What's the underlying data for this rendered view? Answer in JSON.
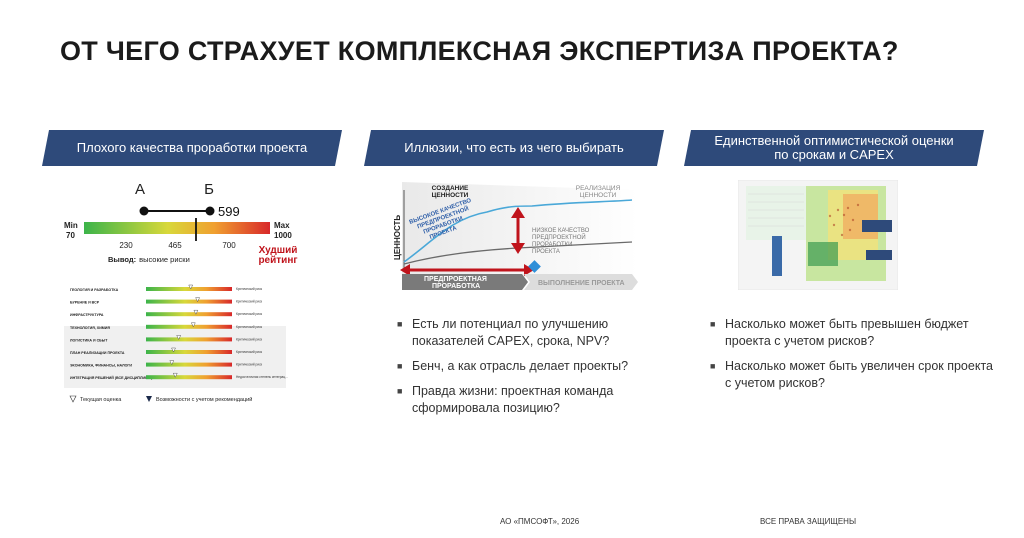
{
  "title": "ОТ ЧЕГО СТРАХУЕТ КОМПЛЕКСНАЯ ЭКСПЕРТИЗА ПРОЕКТА?",
  "columns": [
    {
      "header": "Плохого качества проработки проекта"
    },
    {
      "header": "Иллюзии, что есть из чего выбирать"
    },
    {
      "header": "Единственной оптимистической оценки по срокам и CAPEX"
    }
  ],
  "risk_gauge": {
    "label_a": "А",
    "label_b": "Б",
    "value_b": "599",
    "min_label": "Min",
    "min_value": "70",
    "max_label": "Max",
    "max_value": "1000",
    "ticks": [
      "230",
      "465",
      "700"
    ],
    "conclusion_prefix": "Вывод:",
    "conclusion_text": "высокие риски",
    "worst_rating": "Худший рейтинг"
  },
  "risk_table": {
    "rows": [
      {
        "label": "ГЕОЛОГИЯ И РАЗРАБОТКА",
        "status": "Критический риск",
        "level": 0.52
      },
      {
        "label": "БУРЕНИЕ И ВСР",
        "status": "Критический риск",
        "level": 0.6
      },
      {
        "label": "ИНФРАСТРУКТУРА",
        "status": "Критический риск",
        "level": 0.58
      },
      {
        "label": "ТЕХНОЛОГИЯ, ХИМИЯ",
        "status": "Критический риск",
        "level": 0.55
      },
      {
        "label": "ЛОГИСТИКА И СБЫТ",
        "status": "Критический риск",
        "level": 0.38
      },
      {
        "label": "ПЛАН РЕАЛИЗАЦИИ ПРОЕКТА",
        "status": "Критический риск",
        "level": 0.32
      },
      {
        "label": "ЭКОНОМИКА, ФИНАНСЫ, НАЛОГИ",
        "status": "Критический риск",
        "level": 0.3
      },
      {
        "label": "ИНТЕГРАЦИЯ РЕШЕНИЙ (ВСЕ ДИСЦИПЛИНЫ)",
        "status": "Недостаточная степень интеграции решений между отдельными частями проекта",
        "level": 0.34
      }
    ],
    "legend_current": "Текущая оценка",
    "legend_potential": "Возможности с учетом рекомендаций"
  },
  "value_chart": {
    "created_value": "СОЗДАНИЕ ЦЕННОСТИ",
    "realized_value": "РЕАЛИЗАЦИЯ ЦЕННОСТИ",
    "high_quality": "ВЫСОКОЕ КАЧЕСТВО ПРЕДПРОЕКТНОЙ ПРОРАБОТКИ ПРОЕКТА",
    "low_quality": "НИЗКОЕ КАЧЕСТВО ПРЕДПРОЕКТНОЙ ПРОРАБОТКИ ПРОЕКТА",
    "y_label": "ЦЕННОСТЬ",
    "phase_1": "ПРЕДПРОЕКТНАЯ ПРОРАБОТКА",
    "phase_2": "ВЫПОЛНЕНИЕ ПРОЕКТА"
  },
  "bullets_col2": [
    "Есть ли потенциал по улучшению показателей CAPEX, срока, NPV?",
    "Бенч, а как отрасль делает проекты?",
    "Правда жизни: проектная команда сформировала позицию?"
  ],
  "bullets_col3": [
    "Насколько может быть превышен бюджет проекта с учетом рисков?",
    "Насколько может быть увеличен срок проекта с учетом рисков?"
  ],
  "footer": {
    "company": "АО «ПМСОФТ», 2026",
    "rights": "ВСЕ ПРАВА ЗАЩИЩЕНЫ"
  },
  "colors": {
    "header_bg": "#2e4a7a",
    "accent_red": "#c0141c",
    "accent_blue": "#2f5fa8",
    "curve_blue": "#4aa8d8"
  }
}
